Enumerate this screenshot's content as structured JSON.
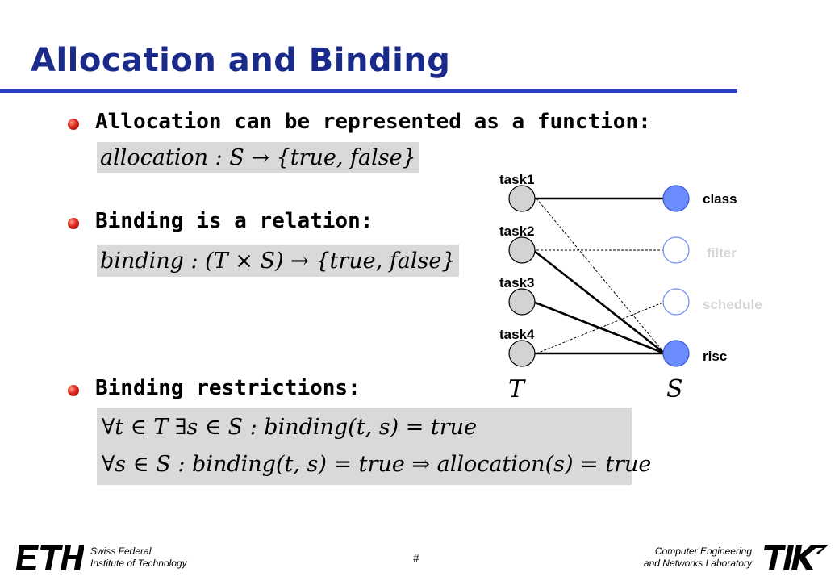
{
  "slide": {
    "title": "Allocation and Binding",
    "accent_color": "#2a3fbf",
    "bullets": [
      {
        "text": "Allocation can be represented as a function:",
        "formula": "allocation : S → {true, false}"
      },
      {
        "text": "Binding is a relation:",
        "formula": "binding : (T × S) → {true, false}"
      },
      {
        "text": "Binding restrictions:",
        "formula_lines": [
          "∀t ∈ T   ∃s ∈ S :  binding(t, s) = true",
          "∀s ∈ S :  binding(t, s) = true  ⇒  allocation(s) = true"
        ]
      }
    ]
  },
  "graph": {
    "tasks": [
      "task1",
      "task2",
      "task3",
      "task4"
    ],
    "resources": [
      {
        "label": "class",
        "allocated": true
      },
      {
        "label": "filter",
        "allocated": false
      },
      {
        "label": "schedule",
        "allocated": false
      },
      {
        "label": "risc",
        "allocated": true
      }
    ],
    "task_set_label": "T",
    "resource_set_label": "S",
    "allocated_color": "#6a8cff",
    "task_node_color": "#d3d3d3",
    "bound_edges": [
      [
        "task1",
        "class"
      ],
      [
        "task2",
        "risc"
      ],
      [
        "task3",
        "risc"
      ],
      [
        "task4",
        "risc"
      ]
    ],
    "possible_edges": [
      [
        "task1",
        "risc"
      ],
      [
        "task2",
        "filter"
      ],
      [
        "task4",
        "schedule"
      ]
    ]
  },
  "footer": {
    "logo_left": "ETH",
    "institution_line1": "Swiss Federal",
    "institution_line2": "Institute of Technology",
    "page_number": "#",
    "lab_line1": "Computer Engineering",
    "lab_line2": "and Networks Laboratory",
    "logo_right": "TIK"
  }
}
